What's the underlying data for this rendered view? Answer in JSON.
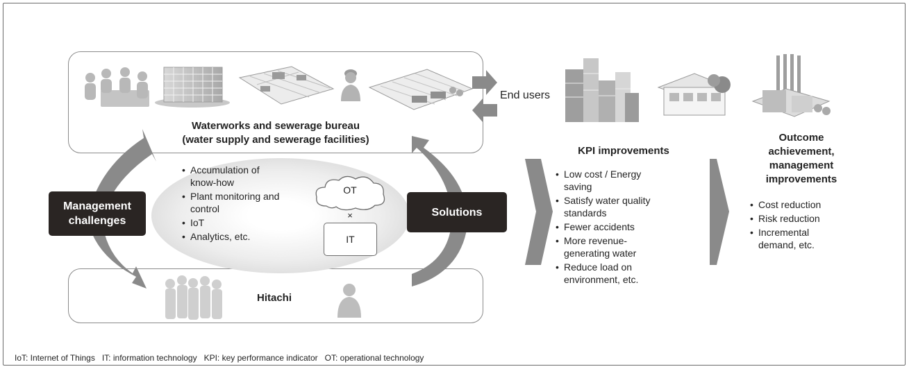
{
  "bureau": {
    "title_line1": "Waterworks and sewerage bureau",
    "title_line2": "(water supply and sewerage facilities)",
    "icons": [
      "meeting-people-icon",
      "building-icon",
      "plant-map-icon",
      "worker-icon",
      "facility-map-icon"
    ]
  },
  "hitachi": {
    "title": "Hitachi",
    "icons": [
      "business-people-icon",
      "thinking-person-icon"
    ]
  },
  "center": {
    "items": [
      "Accumulation of know-how",
      "Plant monitoring and control",
      "IoT",
      "Analytics, etc."
    ],
    "ot_label": "OT",
    "times": "×",
    "it_label": "IT"
  },
  "management_challenges": "Management challenges",
  "solutions": "Solutions",
  "end_users": {
    "label": "End users",
    "icons": [
      "city-icon",
      "shopping-mall-icon",
      "factory-icon"
    ]
  },
  "kpi": {
    "title": "KPI improvements",
    "items": [
      "Low cost / Energy saving",
      "Satisfy water quality standards",
      "Fewer accidents",
      "More revenue-generating water",
      "Reduce load on environment, etc."
    ]
  },
  "outcome": {
    "title": "Outcome achievement, management improvements",
    "items": [
      "Cost reduction",
      "Risk reduction",
      "Incremental demand, etc."
    ]
  },
  "footnote": "IoT: Internet of Things   IT: information technology   KPI: key performance indicator   OT: operational technology",
  "colors": {
    "arrow": "#808080",
    "dark_box": "#2a2523",
    "illustration": "#b5b5b5"
  }
}
